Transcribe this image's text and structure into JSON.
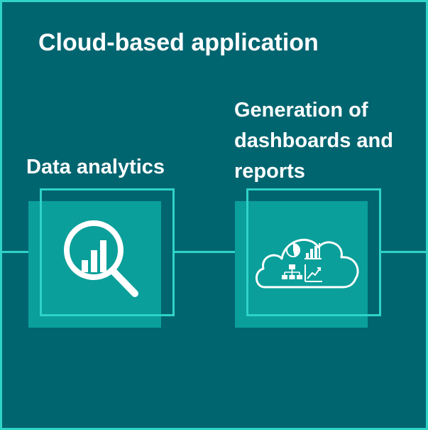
{
  "diagram": {
    "title": "Cloud-based application",
    "nodes": [
      {
        "id": "data-analytics",
        "label": "Data analytics",
        "icon": "analytics-magnifier-icon"
      },
      {
        "id": "dashboards",
        "label": "Generation of dashboards and reports",
        "icon": "cloud-dashboard-icon"
      }
    ],
    "edges": [
      {
        "from": "left-edge",
        "to": "data-analytics"
      },
      {
        "from": "data-analytics",
        "to": "dashboards"
      },
      {
        "from": "dashboards",
        "to": "right-edge"
      }
    ]
  },
  "colors": {
    "background": "#016570",
    "accent_line": "#2fd3c8",
    "tile_fill": "#0a9f9a",
    "text": "#ffffff"
  }
}
